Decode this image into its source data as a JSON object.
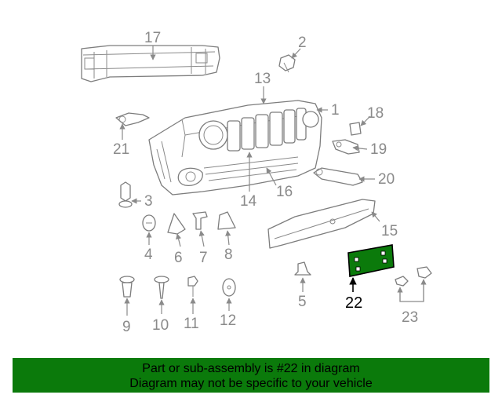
{
  "callouts": {
    "c1": "1",
    "c2": "2",
    "c3": "3",
    "c4": "4",
    "c5": "5",
    "c6": "6",
    "c7": "7",
    "c8": "8",
    "c9": "9",
    "c10": "10",
    "c11": "11",
    "c12": "12",
    "c13": "13",
    "c14": "14",
    "c15": "15",
    "c16": "16",
    "c17": "17",
    "c18": "18",
    "c19": "19",
    "c20": "20",
    "c21": "21",
    "c22": "22",
    "c23": "23"
  },
  "highlight_part": "22",
  "colors": {
    "highlight": "#0b7a0b",
    "banner": "#0b7a0b",
    "line": "#7d7d7d"
  },
  "banner": {
    "line1": "Part or sub-assembly is #22 in diagram",
    "line2": "Diagram may not be specific to your vehicle"
  }
}
